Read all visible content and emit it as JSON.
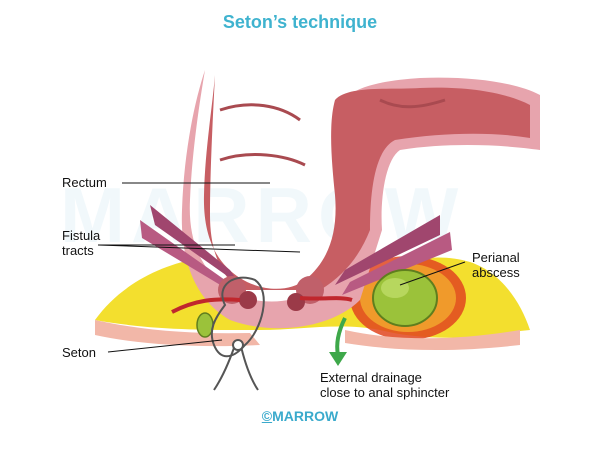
{
  "title": "Seton’s technique",
  "watermark": "MARROW",
  "labels": {
    "rectum": "Rectum",
    "fistula_line1": "Fistula",
    "fistula_line2": "tracts",
    "perianal_line1": "Perianal",
    "perianal_line2": "abscess",
    "seton": "Seton",
    "drainage_line1": "External drainage",
    "drainage_line2": "close to anal sphincter"
  },
  "footer": {
    "copyright_symbol": "©",
    "brand": "MARROW"
  },
  "colors": {
    "title": "#3fb3cf",
    "rectum_wall": "#e7a4ad",
    "rectum_lumen": "#c75e63",
    "fat": "#f3df2e",
    "inflamed": "#e0451f",
    "abscess": "#9bc23a",
    "arrow": "#3ea84a",
    "muscle": "#a0466e"
  }
}
